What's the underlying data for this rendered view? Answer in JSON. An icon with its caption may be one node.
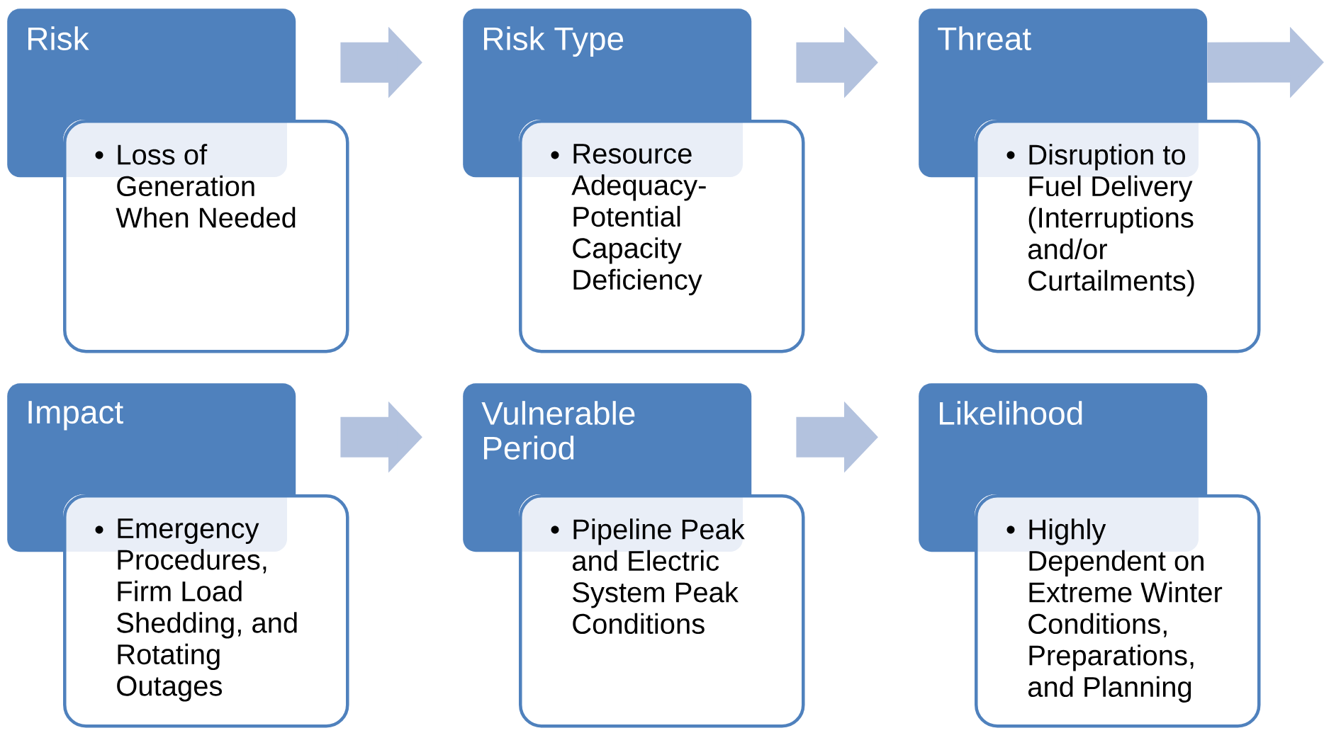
{
  "diagram": {
    "nodes": [
      {
        "text": [
          "Risk"
        ]
      },
      {
        "text": [
          "Loss of Generation When Needed"
        ]
      },
      {
        "text": [
          "Risk Type"
        ]
      },
      {
        "text": [
          "Resource Adequacy-Potential Capacity Deficiency"
        ]
      },
      {
        "text": [
          "Threat"
        ]
      },
      {
        "text": [
          "Disruption to Fuel Delivery (Interruptions and/or Curtailments)"
        ]
      },
      {
        "text": [
          "Impact"
        ]
      },
      {
        "text": [
          "Emergency Procedures, Firm Load Shedding, and Rotating Outages"
        ]
      },
      {
        "text": [
          "Vulnerable Period"
        ]
      },
      {
        "text": [
          "Pipeline Peak and Electric System Peak Conditions"
        ]
      },
      {
        "text": [
          "Likelihood"
        ]
      },
      {
        "text": [
          "Highly Dependent on Extreme Winter Conditions, Preparations, and Planning"
        ]
      }
    ],
    "edges": [
      {
        "from": 0,
        "to": 2,
        "arrow": "to"
      },
      {
        "from": 2,
        "to": 4,
        "arrow": "to"
      },
      {
        "from": 4,
        "to": null,
        "arrow": "to"
      },
      {
        "from": 6,
        "to": 8,
        "arrow": "to"
      },
      {
        "from": 8,
        "to": 10,
        "arrow": "to"
      }
    ]
  }
}
